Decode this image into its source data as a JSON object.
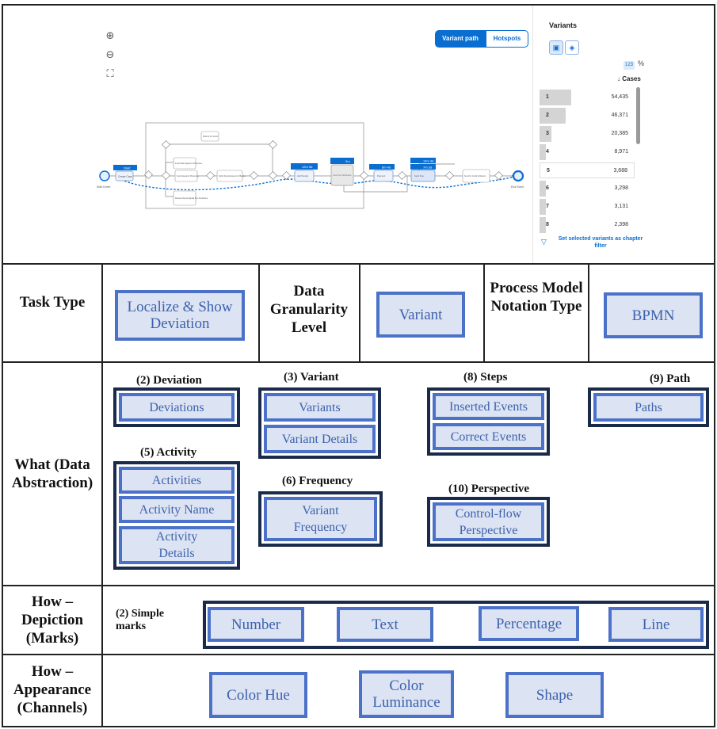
{
  "screenshot": {
    "toggle_variant_path": "Variant path",
    "toggle_hotspots": "Hotspots",
    "variants_title": "Variants",
    "count_mode_badge": "123",
    "percent_mode": "%",
    "cases_header": "Cases",
    "set_filter_label": "Set selected variants as chapter filter",
    "variants": [
      {
        "rank": "1",
        "cases": "54,435",
        "share": 0.3
      },
      {
        "rank": "2",
        "cases": "46,371",
        "share": 0.25
      },
      {
        "rank": "3",
        "cases": "20,385",
        "share": 0.11
      },
      {
        "rank": "4",
        "cases": "8,971",
        "share": 0.05
      },
      {
        "rank": "5",
        "cases": "3,688",
        "share": 0.02
      },
      {
        "rank": "6",
        "cases": "3,298",
        "share": 0.02
      },
      {
        "rank": "7",
        "cases": "3,131",
        "share": 0.02
      },
      {
        "rank": "8",
        "cases": "2,398",
        "share": 0.01
      }
    ],
    "selected_variant": "5",
    "diagram_nodes": {
      "start_event": "Start Event",
      "start_badge": "Start",
      "first_activity": "Create Case",
      "approve_label": "Submit for Grant",
      "send_label": "Send Appeal to Prefecture",
      "receive_label": "Receive Result Appeal from Prefecture",
      "insert_label": "Insert Date Appeal to Prefecture",
      "notify_label": "Notify Result Appeal to Offender",
      "add_penalty": "Add Penalty",
      "insert_fine": "Insert Fine Notification",
      "payment": "Payment",
      "send_fine": "Send Fine",
      "credit": "Send for Credit Collection",
      "end_event": "End Event",
      "badge_1": "12m 5d",
      "badge_2": "2m",
      "badge_3": "6m 4d",
      "badge_4": "14m 4d",
      "badge_5": "7m 3d"
    }
  },
  "rows": {
    "task_type": "Task Type",
    "task_value": "Localize & Show Deviation",
    "granularity": "Data Granularity Level",
    "granularity_value": "Variant",
    "notation": "Process Model Notation Type",
    "notation_value": "BPMN",
    "what": "What (Data Abstraction)",
    "how_marks": "How – Depiction (Marks)",
    "how_channels": "How – Appearance (Channels)"
  },
  "what": {
    "deviation": {
      "title": "(2) Deviation",
      "items": [
        "Deviations"
      ]
    },
    "variant": {
      "title": "(3) Variant",
      "items": [
        "Variants",
        "Variant Details"
      ]
    },
    "steps": {
      "title": "(8) Steps",
      "items": [
        "Inserted Events",
        "Correct Events"
      ]
    },
    "path": {
      "title": "(9) Path",
      "items": [
        "Paths"
      ]
    },
    "activity": {
      "title": "(5) Activity",
      "items": [
        "Activities",
        "Activity Name",
        "Activity Details"
      ]
    },
    "frequency": {
      "title": "(6) Frequency",
      "items": [
        "Variant Frequency"
      ]
    },
    "perspective": {
      "title": "(10) Perspective",
      "items": [
        "Control-flow Perspective"
      ]
    }
  },
  "marks": {
    "label": "(2) Simple marks",
    "items": [
      "Number",
      "Text",
      "Percentage",
      "Line"
    ]
  },
  "channels": {
    "items": [
      "Color Hue",
      "Color Luminance",
      "Shape"
    ]
  },
  "colors": {
    "box_fill": "#dce3f3",
    "box_border": "#4b72c8",
    "box_text": "#3d62ad",
    "group_border": "#1a2a4a",
    "sap_blue": "#0a6ed1"
  }
}
